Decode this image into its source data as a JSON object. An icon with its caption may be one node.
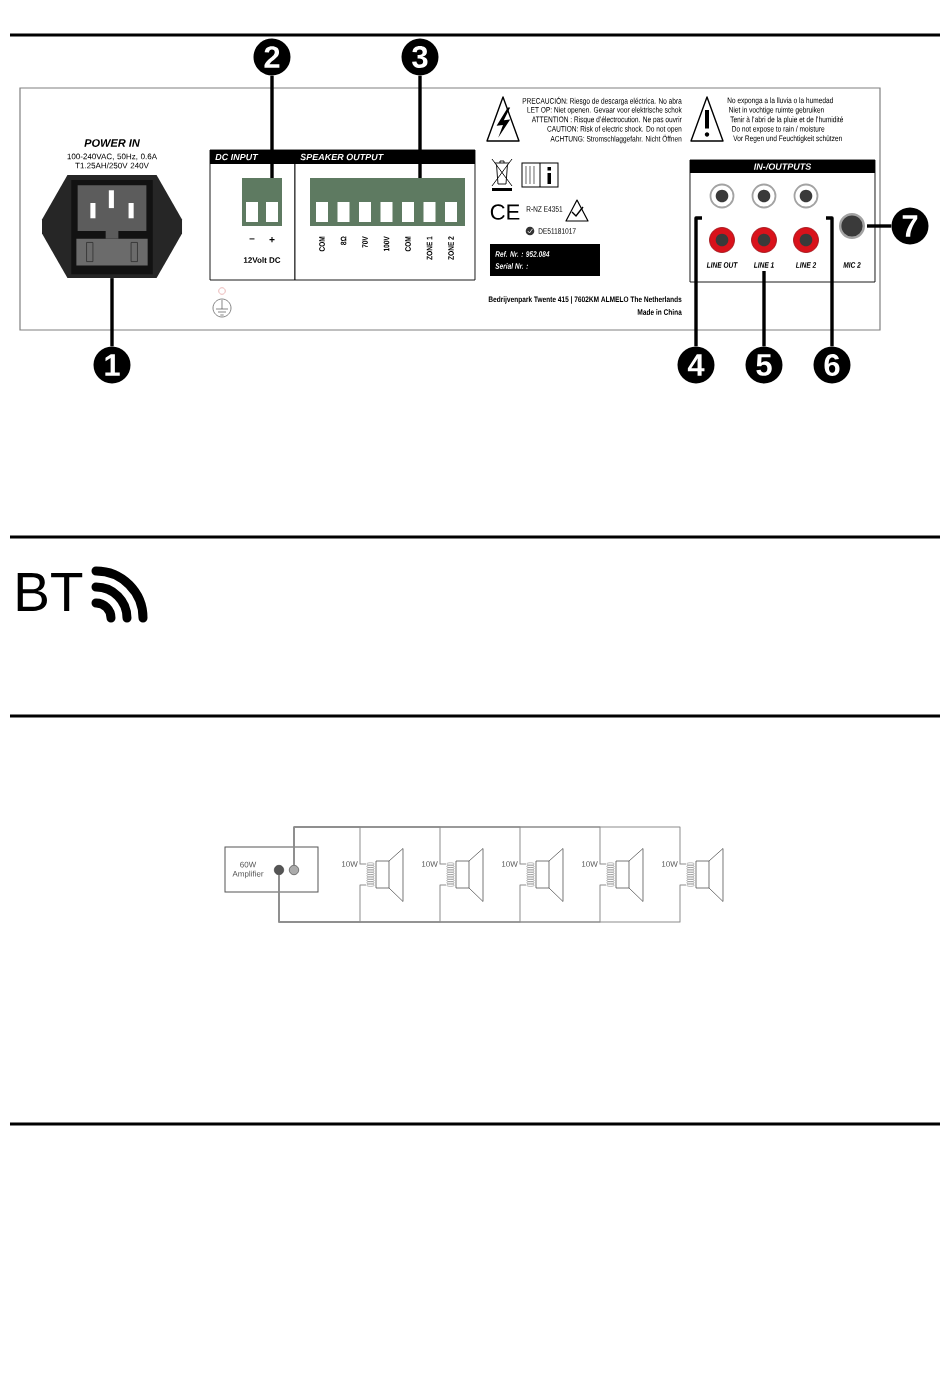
{
  "diagram": {
    "nodes": [
      {
        "text": [
          "2"
        ]
      },
      {
        "text": [
          "3"
        ]
      },
      {
        "text": [
          "POWER IN",
          "100-240VAC, 50Hz, 0.6A T1.25AH/250V 240V"
        ]
      },
      {
        "text": [
          "DC INPUT",
          "–",
          "+",
          "12Volt DC"
        ]
      },
      {
        "text": [],
        "shape": "box",
        "in": 3
      },
      {
        "text": [
          "SPEAKER OUTPUT",
          "COM",
          "8Ω",
          "70V",
          "100V",
          "COM",
          "ZONE 1",
          "ZONE 2"
        ]
      },
      {
        "text": [],
        "shape": "box",
        "in": 5
      },
      {
        "text": [
          "IN-/OUTPUTS"
        ]
      },
      {
        "text": [
          "LINE OUT"
        ],
        "in": 7
      },
      {
        "text": [
          "LINE 1"
        ],
        "in": 7
      },
      {
        "text": [
          "LINE 2"
        ],
        "in": 7
      },
      {
        "text": [
          "MIC 2"
        ],
        "in": 7
      },
      {
        "text": [
          "7"
        ]
      },
      {
        "text": [
          "1"
        ]
      },
      {
        "text": [
          "4"
        ]
      },
      {
        "text": [
          "5"
        ]
      },
      {
        "text": [
          "6"
        ]
      },
      {
        "text": [
          "60W Amplifier"
        ]
      },
      {
        "text": [],
        "shape": "circle",
        "in": 17
      },
      {
        "text": [],
        "shape": "circle",
        "in": 17
      },
      {
        "text": [],
        "shape": "picture",
        "beside": [
          "10W"
        ]
      },
      {
        "text": [],
        "shape": "picture",
        "beside": [
          "10W"
        ]
      },
      {
        "text": [],
        "shape": "picture",
        "beside": [
          "10W"
        ]
      },
      {
        "text": [],
        "shape": "picture",
        "beside": [
          "10W"
        ]
      },
      {
        "text": [],
        "shape": "picture",
        "beside": [
          "10W"
        ]
      }
    ],
    "edges": [
      {
        "from": 0,
        "to": 4,
        "arrow": "none",
        "style": "thick",
        "color": "#000000"
      },
      {
        "from": 1,
        "to": 6,
        "arrow": "none",
        "style": "thick",
        "color": "#000000"
      },
      {
        "from": 12,
        "to": 11,
        "arrow": "none",
        "style": "thick",
        "color": "#000000"
      },
      {
        "from": 13,
        "to": 2,
        "arrow": "none",
        "style": "thick",
        "color": "#000000"
      },
      {
        "from": 14,
        "to": 8,
        "arrow": "none",
        "style": "thick",
        "color": "#000000"
      },
      {
        "from": 15,
        "to": 9,
        "arrow": "none",
        "style": "thick",
        "color": "#000000"
      },
      {
        "from": 16,
        "to": 10,
        "arrow": "none",
        "style": "thick",
        "color": "#000000"
      },
      {
        "from": 19,
        "to": 20,
        "arrow": "none"
      },
      {
        "from": 19,
        "to": 21,
        "arrow": "none"
      },
      {
        "from": 19,
        "to": 22,
        "arrow": "none"
      },
      {
        "from": 19,
        "to": 23,
        "arrow": "none"
      },
      {
        "from": 19,
        "to": 24,
        "arrow": "none"
      },
      {
        "from": 18,
        "to": 20,
        "arrow": "none"
      },
      {
        "from": 18,
        "to": 21,
        "arrow": "none"
      },
      {
        "from": 18,
        "to": 22,
        "arrow": "none"
      },
      {
        "from": 18,
        "to": 23,
        "arrow": "none"
      },
      {
        "from": 18,
        "to": 24,
        "arrow": "none"
      }
    ],
    "labels": [
      "PRECAUCIÓN: Riesgo de descarga eléctrica. No abra",
      "LET OP: Niet openen. Gevaar voor elektrische schok",
      "ATTENTION : Risque d'électrocution. Ne pas ouvrir",
      "CAUTION: Risk of electric shock. Do not open",
      "ACHTUNG: Stromschlaggefahr. Nicht Öffnen",
      "No exponga a la lluvia o la humedad",
      "Niet in vochtige ruimte gebruiken",
      "Tenir à l'abri de la pluie et de l'humidité",
      "Do not expose to rain / moisture",
      "Vor Regen und Feuchtigkeit schützen",
      "CE",
      "R-NZ E4351",
      "DE51181017",
      "Ref. Nr. : 952.084",
      "Serial Nr. :",
      "Bedrijvenpark Twente 415 | 7602KM ALMELO The Netherlands",
      "Made in China",
      "BT"
    ]
  }
}
